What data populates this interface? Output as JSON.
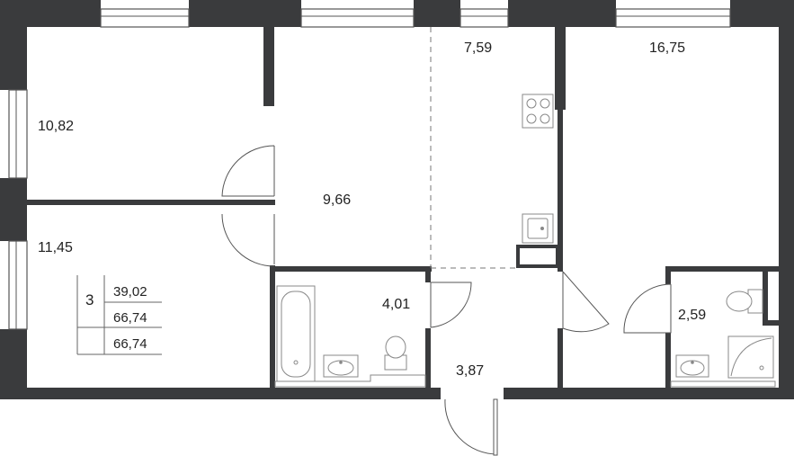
{
  "rooms": {
    "bedroom_top_left": "10,82",
    "bedroom_bottom_left": "11,45",
    "hall_room": "9,66",
    "kitchen": "7,59",
    "living_right": "16,75",
    "bathroom": "4,01",
    "corridor": "3,87",
    "wc": "2,59"
  },
  "legend": {
    "rooms_count": "3",
    "living_area": "39,02",
    "total_area": "66,74",
    "total_area_2": "66,74"
  },
  "colors": {
    "wall": "#3a3b3d",
    "line": "#555555",
    "fixture": "#888888"
  }
}
